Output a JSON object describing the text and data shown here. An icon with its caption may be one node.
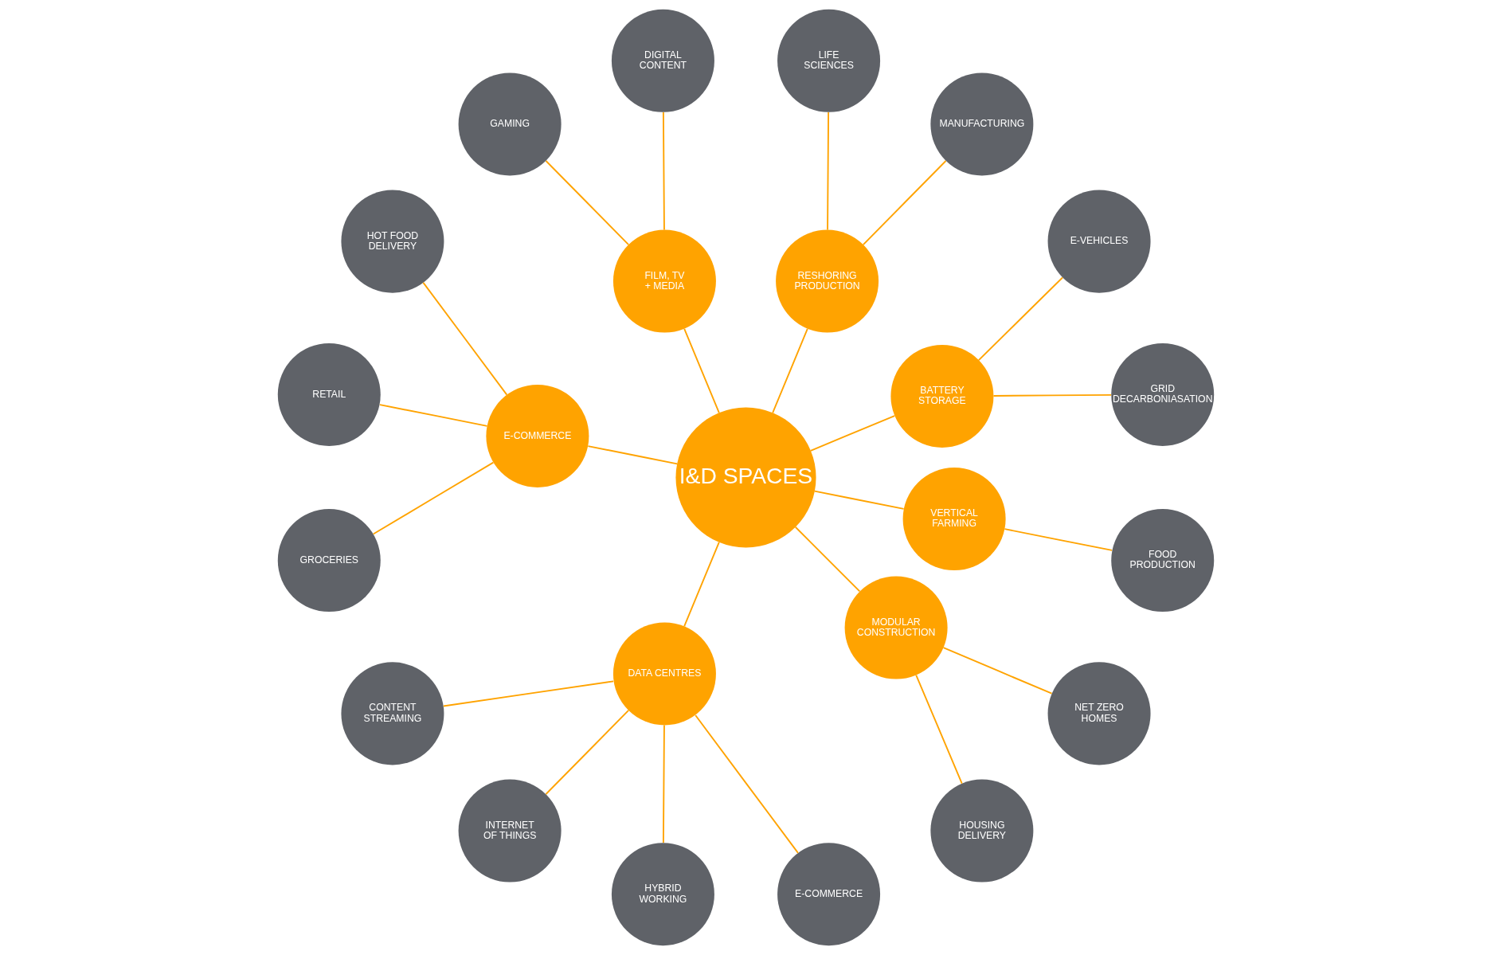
{
  "diagram": {
    "nodes": [
      {
        "text": [
          "I&D SPACES"
        ]
      },
      {
        "text": [
          "BATTERY STORAGE"
        ]
      },
      {
        "text": [
          "RESHORING PRODUCTION"
        ]
      },
      {
        "text": [
          "FILM, TV + MEDIA"
        ]
      },
      {
        "text": [
          "E-COMMERCE"
        ]
      },
      {
        "text": [
          "DATA CENTRES"
        ]
      },
      {
        "text": [
          "MODULAR CONSTRUCTION"
        ]
      },
      {
        "text": [
          "VERTICAL FARMING"
        ]
      },
      {
        "text": [
          "GRID DECARBONIASATION"
        ]
      },
      {
        "text": [
          "E-VEHICLES"
        ]
      },
      {
        "text": [
          "MANUFACTURING"
        ]
      },
      {
        "text": [
          "LIFE SCIENCES"
        ]
      },
      {
        "text": [
          "DIGITAL CONTENT"
        ]
      },
      {
        "text": [
          "GAMING"
        ]
      },
      {
        "text": [
          "HOT FOOD DELIVERY"
        ]
      },
      {
        "text": [
          "RETAIL"
        ]
      },
      {
        "text": [
          "GROCERIES"
        ]
      },
      {
        "text": [
          "CONTENT STREAMING"
        ]
      },
      {
        "text": [
          "INTERNET OF THINGS"
        ]
      },
      {
        "text": [
          "HYBRID WORKING"
        ]
      },
      {
        "text": [
          "E-COMMERCE"
        ]
      },
      {
        "text": [
          "HOUSING DELIVERY"
        ]
      },
      {
        "text": [
          "NET ZERO HOMES"
        ]
      },
      {
        "text": [
          "FOOD PRODUCTION"
        ]
      }
    ],
    "edges": [
      {
        "from": 0,
        "to": 1,
        "arrow": "none"
      },
      {
        "from": 0,
        "to": 2,
        "arrow": "none"
      },
      {
        "from": 0,
        "to": 3,
        "arrow": "none"
      },
      {
        "from": 0,
        "to": 4,
        "arrow": "none"
      },
      {
        "from": 0,
        "to": 5,
        "arrow": "none"
      },
      {
        "from": 0,
        "to": 6,
        "arrow": "none"
      },
      {
        "from": 0,
        "to": 7,
        "arrow": "none"
      },
      {
        "from": 1,
        "to": 8,
        "arrow": "none"
      },
      {
        "from": 1,
        "to": 9,
        "arrow": "none"
      },
      {
        "from": 2,
        "to": 10,
        "arrow": "none"
      },
      {
        "from": 2,
        "to": 11,
        "arrow": "none"
      },
      {
        "from": 3,
        "to": 12,
        "arrow": "none"
      },
      {
        "from": 3,
        "to": 13,
        "arrow": "none"
      },
      {
        "from": 4,
        "to": 14,
        "arrow": "none"
      },
      {
        "from": 4,
        "to": 15,
        "arrow": "none"
      },
      {
        "from": 4,
        "to": 16,
        "arrow": "none"
      },
      {
        "from": 5,
        "to": 17,
        "arrow": "none"
      },
      {
        "from": 5,
        "to": 18,
        "arrow": "none"
      },
      {
        "from": 5,
        "to": 19,
        "arrow": "none"
      },
      {
        "from": 5,
        "to": 20,
        "arrow": "none"
      },
      {
        "from": 6,
        "to": 21,
        "arrow": "none"
      },
      {
        "from": 6,
        "to": 22,
        "arrow": "none"
      },
      {
        "from": 7,
        "to": 23,
        "arrow": "none"
      }
    ]
  }
}
